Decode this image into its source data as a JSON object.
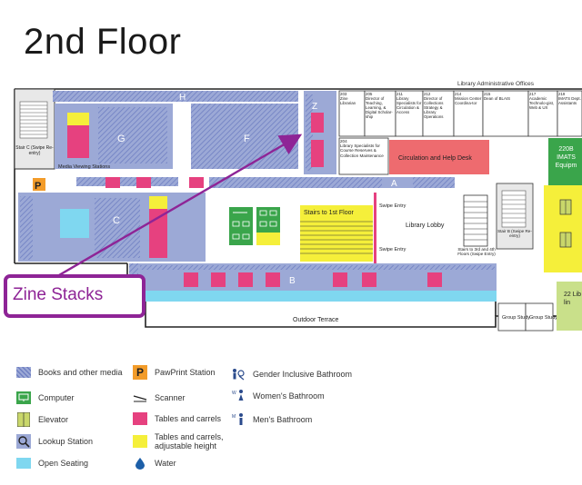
{
  "title": "2nd Floor",
  "header_label": "Library Administrative Offices",
  "sections": {
    "h": "H",
    "g": "G",
    "f": "F",
    "z": "Z",
    "a": "A",
    "c": "C",
    "b": "B"
  },
  "places": {
    "stair_c": "Stair C (Swipe Re-entry)",
    "media_viewing": "Media Viewing Stations",
    "circulation": "Circulation and Help Desk",
    "stairs_1st": "Stairs to 1st Floor",
    "library_lobby": "Library Lobby",
    "swipe_entry_top": "Swipe Entry",
    "swipe_entry_bottom": "Swipe Entry",
    "stairs_3rd": "Stairs to 3rd and 4th Floors (Swipe Entry)",
    "stair_b": "Stair B (Swipe Re-entry)",
    "outdoor_terrace": "Outdoor Terrace",
    "group_study_1": "Group Study",
    "group_study_2": "Group Study",
    "room_220b": "220B IMATS Equipm",
    "room_22x": "22 Lib lin",
    "zine_stacks": "Zine Stacks"
  },
  "offices": [
    {
      "num": "203",
      "text": "Zine Librarian"
    },
    {
      "num": "205",
      "text": "Director of Teaching, Learning, & Digital Scholar-ship"
    },
    {
      "num": "211",
      "text": "Library Specialists for Circulation & Access"
    },
    {
      "num": "212",
      "text": "Director of Collections Strategy & Library Operations"
    },
    {
      "num": "214",
      "text": "Mission Center Coordina-tor"
    },
    {
      "num": "215",
      "text": "Dean of BLAIS"
    },
    {
      "num": "217",
      "text": "Academic Technolo-gist, Web & UX"
    },
    {
      "num": "219",
      "text": "IMATS Dept. Assistants"
    }
  ],
  "office_204": {
    "num": "204",
    "text": "Library Specialists for Course Reserves & Collection Maintenance"
  },
  "legend": {
    "books": "Books and other media",
    "computer": "Computer",
    "elevator": "Elevator",
    "lookup": "Lookup Station",
    "seating": "Open Seating",
    "pawprint": "PawPrint Station",
    "scanner": "Scanner",
    "tables": "Tables and carrels",
    "tables_adj": "Tables and carrels, adjustable height",
    "water": "Water",
    "gender_bath": "Gender Inclusive Bathroom",
    "womens_bath": "Women's Bathroom",
    "mens_bath": "Men's Bathroom"
  },
  "colors": {
    "stacks": "#9ca9d6",
    "hatch": "#6f7fc2",
    "tables": "#e6417f",
    "tables_adj": "#f5ef3a",
    "seating": "#7fd7f0",
    "computer": "#3aa54b",
    "elevator": "#c9d76a",
    "circulation": "#ee6b6f",
    "pawprint": "#f39c2a",
    "callout": "#8e2496",
    "building_line": "#222222"
  },
  "icons": {
    "pawprint": "P",
    "computer": "monitor-icon",
    "scanner": "scanner-icon",
    "elevator": "elevator-icon",
    "lookup": "magnifier-icon",
    "water": "water-drop-icon",
    "gender_bath": "gender-inclusive-icon",
    "womens_bath": "women-icon",
    "mens_bath": "men-icon"
  }
}
